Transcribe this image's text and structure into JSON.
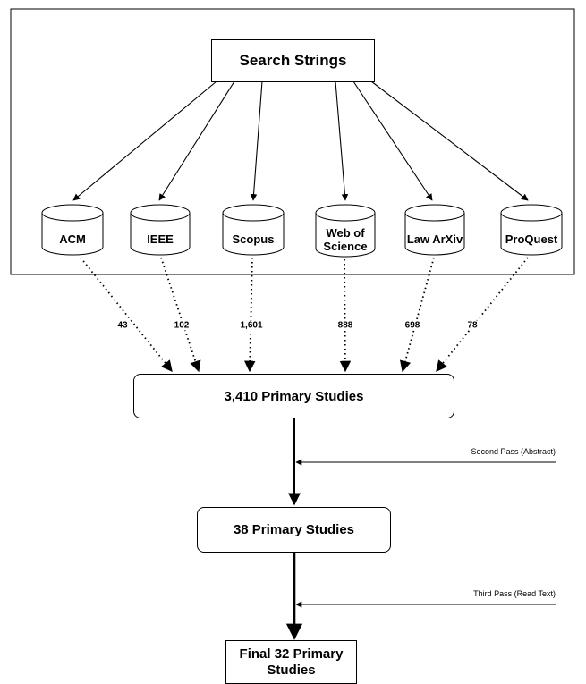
{
  "search_box": {
    "label": "Search Strings"
  },
  "databases": [
    {
      "name": "ACM",
      "count": "43"
    },
    {
      "name": "IEEE",
      "count": "102"
    },
    {
      "name": "Scopus",
      "count": "1,601"
    },
    {
      "name": "Web of Science",
      "count": "888"
    },
    {
      "name": "Law ArXiv",
      "count": "698"
    },
    {
      "name": "ProQuest",
      "count": "78"
    }
  ],
  "stage1": {
    "label": "3,410 Primary Studies"
  },
  "stage2": {
    "label": "38 Primary Studies",
    "pass_label": "Second Pass (Abstract)"
  },
  "stage3": {
    "label": "Final 32 Primary Studies",
    "pass_label": "Third Pass (Read Text)"
  }
}
